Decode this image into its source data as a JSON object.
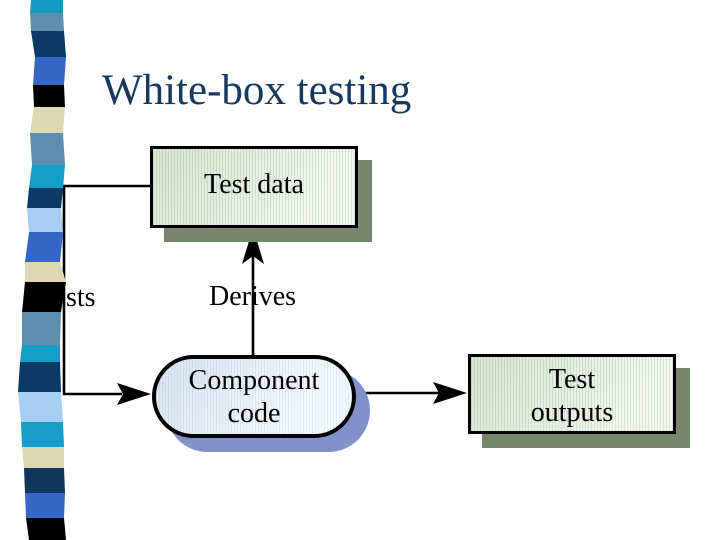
{
  "slide": {
    "title": "White-box testing"
  },
  "labels": {
    "derives": "Derives",
    "tests_partial": "sts"
  },
  "nodes": {
    "test_data": {
      "label": "Test data"
    },
    "component_code": {
      "line1": "Component",
      "line2": "code"
    },
    "test_outputs": {
      "line1": "Test",
      "line2": "outputs"
    }
  },
  "colors": {
    "title": "#18395e",
    "label_text": "#000000",
    "line": "#000000",
    "box_fill_dark": "#d6e4d0",
    "box_fill_light": "#f0f6ec",
    "box_shadow": "#76866f",
    "ellipse_fill_dark": "#d8e4f0",
    "ellipse_fill_light": "#f4f9fd",
    "ellipse_shadow": "#8191c9"
  },
  "stripe": {
    "colors": [
      "#1498c4",
      "#5d90ae",
      "#0c3a66",
      "#3566c8",
      "#000000",
      "#ded9b0",
      "#5d90ae",
      "#12a0c8",
      "#0c3a66",
      "#a6cdf2",
      "#3566c8",
      "#ded9b0",
      "#000000",
      "#5d90ae",
      "#12a0c8",
      "#0c3a66",
      "#a6cdf2",
      "#189cc8",
      "#ded9b0",
      "#10355e",
      "#3566c8",
      "#000000"
    ],
    "boundaries": [
      [
        0,
        31,
        63
      ],
      [
        13,
        30,
        63
      ],
      [
        31,
        31,
        64
      ],
      [
        57,
        35,
        66
      ],
      [
        85,
        33,
        64
      ],
      [
        107,
        34,
        65
      ],
      [
        133,
        30,
        63
      ],
      [
        165,
        32,
        65
      ],
      [
        188,
        29,
        63
      ],
      [
        208,
        27,
        61
      ],
      [
        232,
        29,
        63
      ],
      [
        262,
        25,
        60
      ],
      [
        282,
        25,
        66
      ],
      [
        312,
        22,
        61
      ],
      [
        345,
        22,
        60
      ],
      [
        362,
        20,
        60
      ],
      [
        392,
        18,
        61
      ],
      [
        422,
        21,
        63
      ],
      [
        447,
        22,
        64
      ],
      [
        468,
        24,
        64
      ],
      [
        493,
        25,
        65
      ],
      [
        518,
        26,
        64
      ],
      [
        540,
        29,
        66
      ]
    ]
  }
}
